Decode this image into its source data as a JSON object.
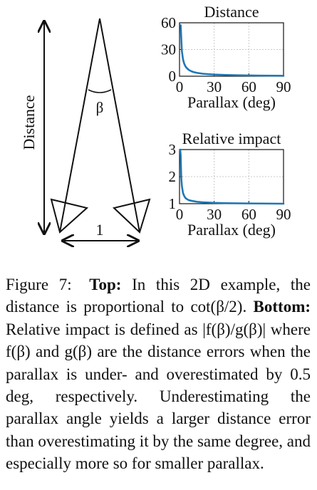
{
  "diagram": {
    "vertical_label": "Distance",
    "angle_label": "β",
    "baseline_label": "1"
  },
  "chart_data": [
    {
      "type": "line",
      "title": "Distance",
      "xlabel": "Parallax (deg)",
      "ylabel": "",
      "xlim": [
        0,
        90
      ],
      "ylim": [
        0,
        60
      ],
      "xticks": [
        "0",
        "30",
        "60",
        "90"
      ],
      "yticks": [
        "0",
        "30",
        "60"
      ],
      "grid": true,
      "color": "#1f77b4",
      "series": [
        {
          "x": [
            1,
            2,
            3,
            4,
            5,
            6,
            8,
            10,
            12,
            15,
            20,
            25,
            30,
            40,
            50,
            60,
            70,
            80,
            90
          ],
          "y": [
            57.3,
            28.6,
            19.1,
            14.3,
            11.4,
            9.5,
            7.1,
            5.7,
            4.7,
            3.8,
            2.8,
            2.3,
            1.9,
            1.4,
            1.1,
            0.9,
            0.7,
            0.6,
            0.5
          ]
        }
      ]
    },
    {
      "type": "line",
      "title": "Relative impact",
      "xlabel": "Parallax (deg)",
      "ylabel": "",
      "xlim": [
        0,
        90
      ],
      "ylim": [
        1,
        3
      ],
      "xticks": [
        "0",
        "30",
        "60",
        "90"
      ],
      "yticks": [
        "1",
        "2",
        "3"
      ],
      "grid": true,
      "color": "#1f77b4",
      "series": [
        {
          "x": [
            0.6,
            1,
            1.5,
            2,
            3,
            4,
            5,
            6,
            8,
            10,
            15,
            20,
            30,
            40,
            60,
            90
          ],
          "y": [
            3.0,
            2.8,
            1.96,
            1.67,
            1.4,
            1.29,
            1.22,
            1.18,
            1.13,
            1.11,
            1.07,
            1.05,
            1.03,
            1.02,
            1.01,
            1.0
          ]
        }
      ]
    }
  ],
  "caption": {
    "figure_label": "Figure 7:",
    "top_label": "Top:",
    "top_text": " In this 2D example, the distance is proportional to cot(β/2).",
    "bottom_label": "Bottom:",
    "bottom_text": " Relative impact is defined as |f(β)/g(β)| where f(β) and g(β) are the distance errors when the parallax is under- and overestimated by 0.5 deg, respectively. Underestimating the parallax angle yields a larger distance error than overestimating it by the same degree, and especially more so for smaller parallax."
  }
}
